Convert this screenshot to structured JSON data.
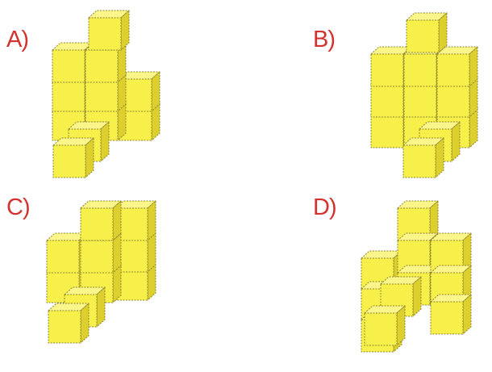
{
  "options": [
    {
      "id": "A",
      "label": "A)"
    },
    {
      "id": "B",
      "label": "B)"
    },
    {
      "id": "C",
      "label": "C)"
    },
    {
      "id": "D",
      "label": "D)"
    }
  ],
  "colors": {
    "label": "#d2332f",
    "cube_front": "#f7ef4a",
    "cube_top": "#fbf58a",
    "cube_side": "#dccf2e",
    "cube_edge": "#8f8730"
  }
}
